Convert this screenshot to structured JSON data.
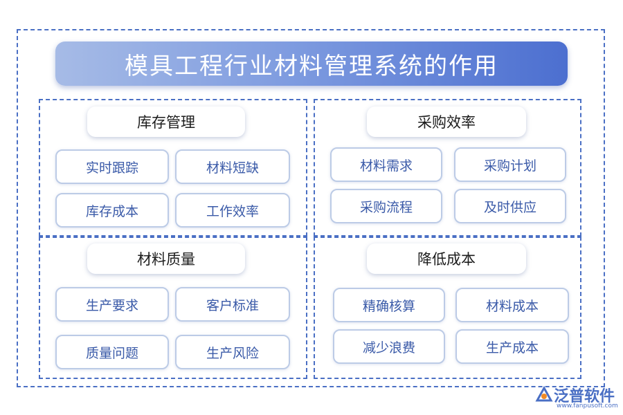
{
  "title": "模具工程行业材料管理系统的作用",
  "sections": [
    {
      "title": "库存管理",
      "items": [
        "实时跟踪",
        "材料短缺",
        "库存成本",
        "工作效率"
      ]
    },
    {
      "title": "采购效率",
      "items": [
        "材料需求",
        "采购计划",
        "采购流程",
        "及时供应"
      ]
    },
    {
      "title": "材料质量",
      "items": [
        "生产要求",
        "客户标准",
        "质量问题",
        "生产风险"
      ]
    },
    {
      "title": "降低成本",
      "items": [
        "精确核算",
        "材料成本",
        "减少浪费",
        "生产成本"
      ]
    }
  ],
  "logo": {
    "name": "泛普软件",
    "url": "www.fanpusoft.com"
  },
  "colors": {
    "accent": "#4a6fc4",
    "item_text": "#3a5aa8",
    "item_border": "#bccbe6"
  }
}
